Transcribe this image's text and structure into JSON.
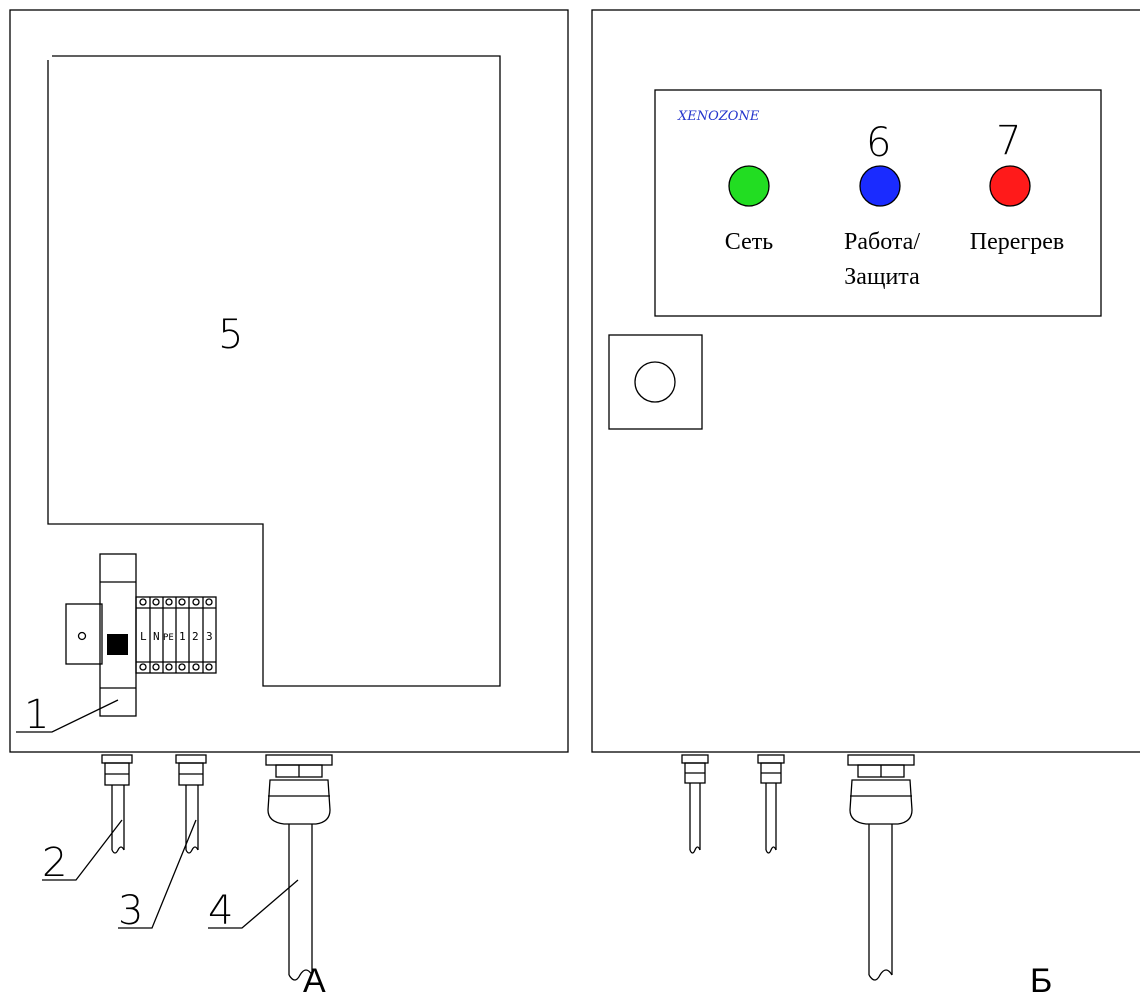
{
  "panels": {
    "a": {
      "letter": "А"
    },
    "b": {
      "letter": "Б"
    }
  },
  "callouts": {
    "c1": "1",
    "c2": "2",
    "c3": "3",
    "c4": "4",
    "c5": "5",
    "c6": "6",
    "c7": "7"
  },
  "terminals": [
    "L",
    "N",
    "PE",
    "1",
    "2",
    "3"
  ],
  "indicator_panel": {
    "brand": "XENOZONE",
    "lamps": [
      {
        "label_line1": "Сеть",
        "label_line2": "",
        "color": "#22dd22"
      },
      {
        "label_line1": "Работа/",
        "label_line2": "Защита",
        "color": "#1a2bff"
      },
      {
        "label_line1": "Перегрев",
        "label_line2": "",
        "color": "#ff1a1a"
      }
    ]
  },
  "colors": {
    "brand": "#2233cc",
    "line": "#000000"
  }
}
